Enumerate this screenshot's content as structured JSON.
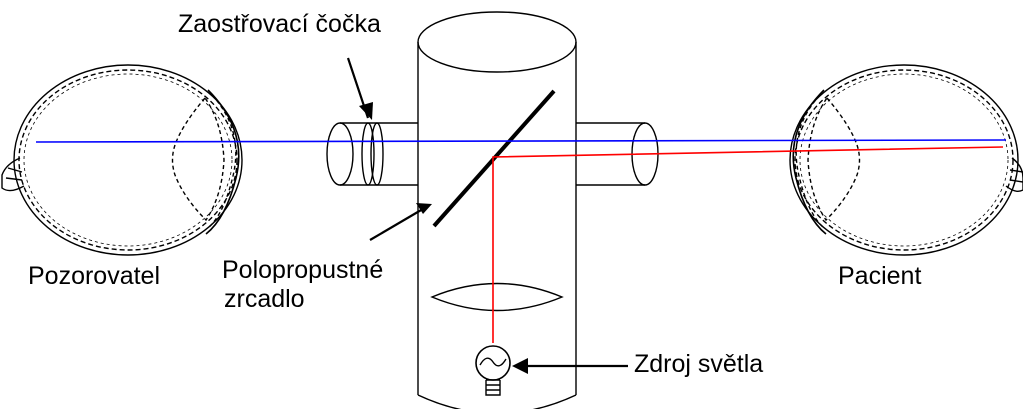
{
  "labels": {
    "lens": "Zaostřovací čočka",
    "observer": "Pozorovatel",
    "mirror_line1": "Polopropustné",
    "mirror_line2": "zrcadlo",
    "patient": "Pacient",
    "light_source": "Zdroj světla"
  },
  "colors": {
    "outline": "#000000",
    "observation_ray": "#0000ff",
    "illumination_ray": "#ff0000",
    "background": "#ffffff"
  }
}
